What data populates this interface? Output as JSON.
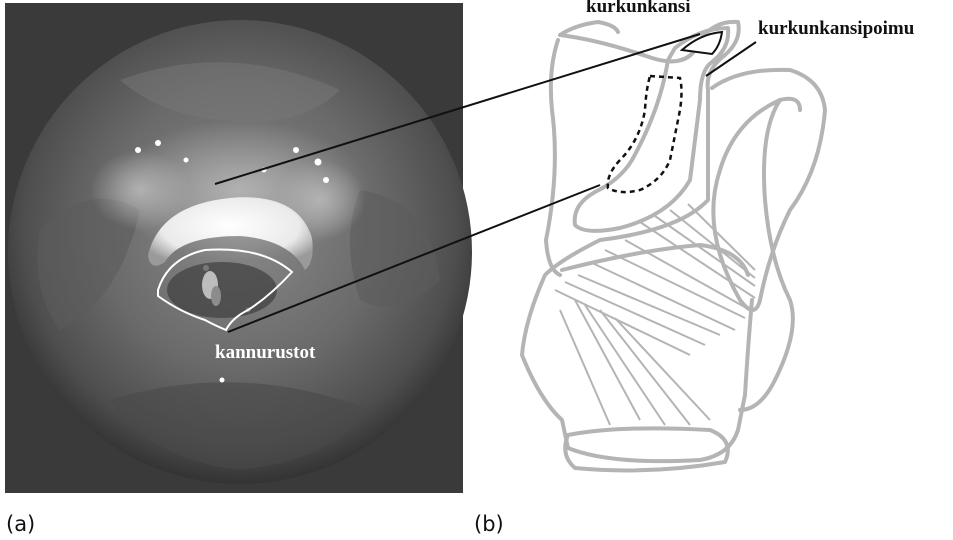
{
  "panels": {
    "a": {
      "label": "(a)",
      "callout": "kannurustot"
    },
    "b": {
      "label": "(b)",
      "callout_top": "kurkunkansi",
      "callout_right": "kurkunkansipoimu"
    }
  },
  "colors": {
    "photo_background": "#3a3a3a",
    "scope_view": "#5a5a5a",
    "glottis_outline": "#ffffff",
    "diagram_stroke": "#b4b4b4",
    "leader_line": "#111111",
    "dashed_outline": "#111111"
  }
}
